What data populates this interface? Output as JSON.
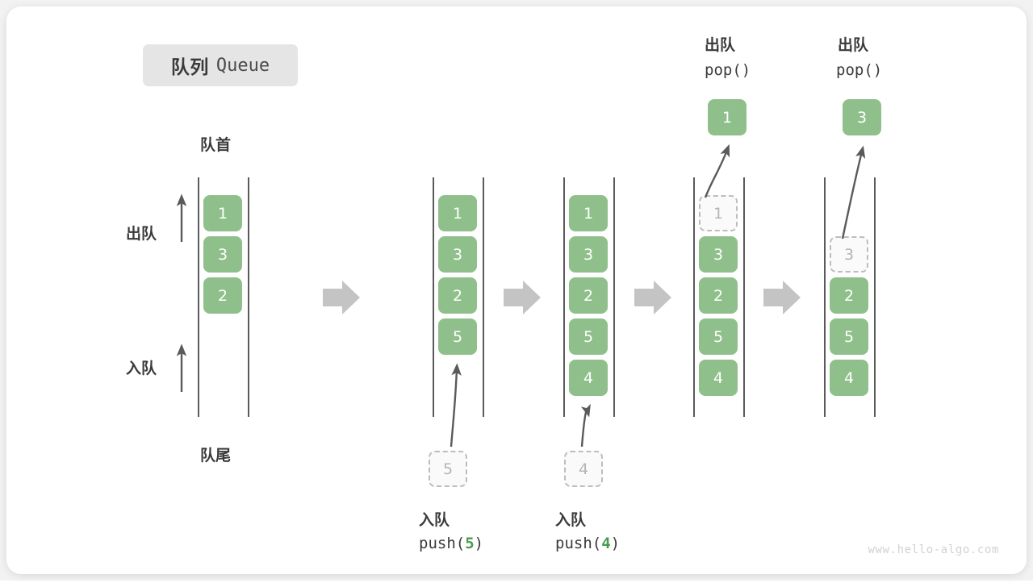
{
  "title": {
    "cn": "队列",
    "en": "Queue"
  },
  "labels": {
    "front": "队首",
    "rear": "队尾",
    "dequeue": "出队",
    "enqueue": "入队"
  },
  "colors": {
    "element": "#8fc08c",
    "ghost_border": "#bdbdbd",
    "ghost_fill": "#fafafa",
    "rail": "#5a5a5a",
    "arrow": "#5a5a5a",
    "flow_arrow": "#c4c4c4",
    "badge_bg": "#e5e5e5",
    "text": "#3a3a3a",
    "accent_number": "#4a9a52",
    "card_bg": "#ffffff",
    "page_bg": "#f2f2f2"
  },
  "steps": [
    {
      "id": "initial",
      "cells": [
        "1",
        "3",
        "2"
      ],
      "ghost_index": -1,
      "op_cn": "",
      "op_code": "",
      "pending": "",
      "popped": ""
    },
    {
      "id": "push-5",
      "cells": [
        "1",
        "3",
        "2",
        "5"
      ],
      "ghost_index": -1,
      "op_cn": "入队",
      "op_code_prefix": "push(",
      "op_code_num": "5",
      "op_code_suffix": ")",
      "pending": "5",
      "popped": ""
    },
    {
      "id": "push-4",
      "cells": [
        "1",
        "3",
        "2",
        "5",
        "4"
      ],
      "ghost_index": -1,
      "op_cn": "入队",
      "op_code_prefix": "push(",
      "op_code_num": "4",
      "op_code_suffix": ")",
      "pending": "4",
      "popped": ""
    },
    {
      "id": "pop-1",
      "cells": [
        "1",
        "3",
        "2",
        "5",
        "4"
      ],
      "ghost_index": 0,
      "op_cn": "出队",
      "op_code_prefix": "pop(",
      "op_code_num": "",
      "op_code_suffix": ")",
      "pending": "",
      "popped": "1"
    },
    {
      "id": "pop-3",
      "cells": [
        "",
        "3",
        "2",
        "5",
        "4"
      ],
      "ghost_index": 1,
      "op_cn": "出队",
      "op_code_prefix": "pop(",
      "op_code_num": "",
      "op_code_suffix": ")",
      "pending": "",
      "popped": "3"
    }
  ],
  "watermark": "www.hello-algo.com"
}
